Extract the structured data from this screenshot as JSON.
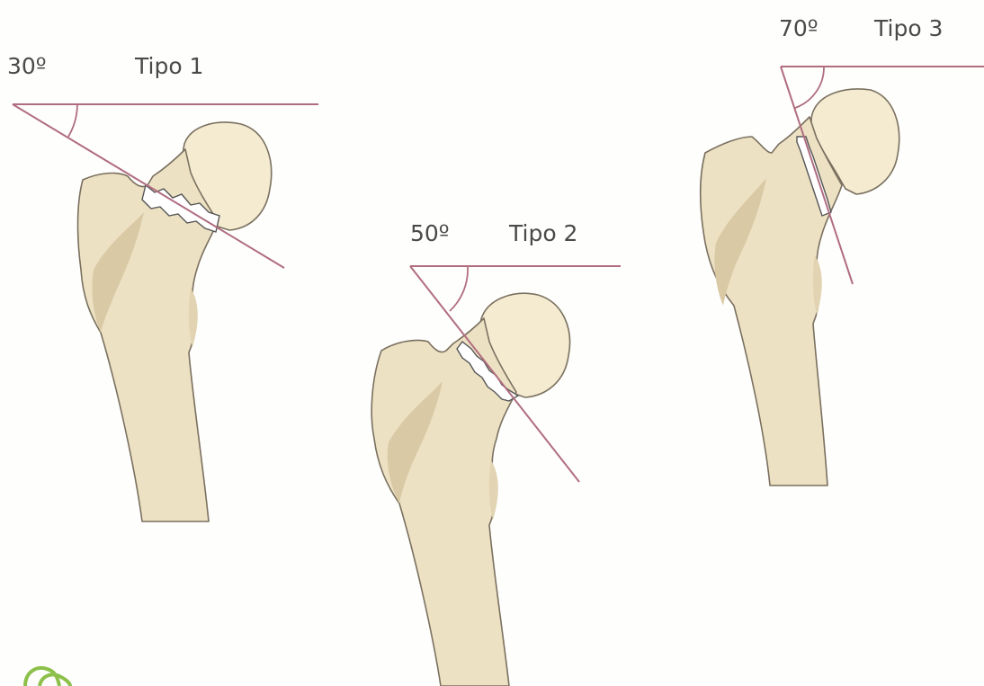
{
  "diagram": {
    "types": [
      {
        "id": "tipo-1",
        "angle_label": "30º",
        "type_label": "Tipo 1",
        "angle_deg": 30
      },
      {
        "id": "tipo-2",
        "angle_label": "50º",
        "type_label": "Tipo 2",
        "angle_deg": 50
      },
      {
        "id": "tipo-3",
        "angle_label": "70º",
        "type_label": "Tipo 3",
        "angle_deg": 70
      }
    ]
  },
  "colors": {
    "background": "#fefefc",
    "bone_fill": "#ede1c3",
    "bone_outline": "#7a7060",
    "angle_line": "#b06d80",
    "label_text": "#4a4a4a",
    "logo_green": "#8cc04a"
  },
  "logo": {
    "icon": "green-logo-mark-icon"
  }
}
